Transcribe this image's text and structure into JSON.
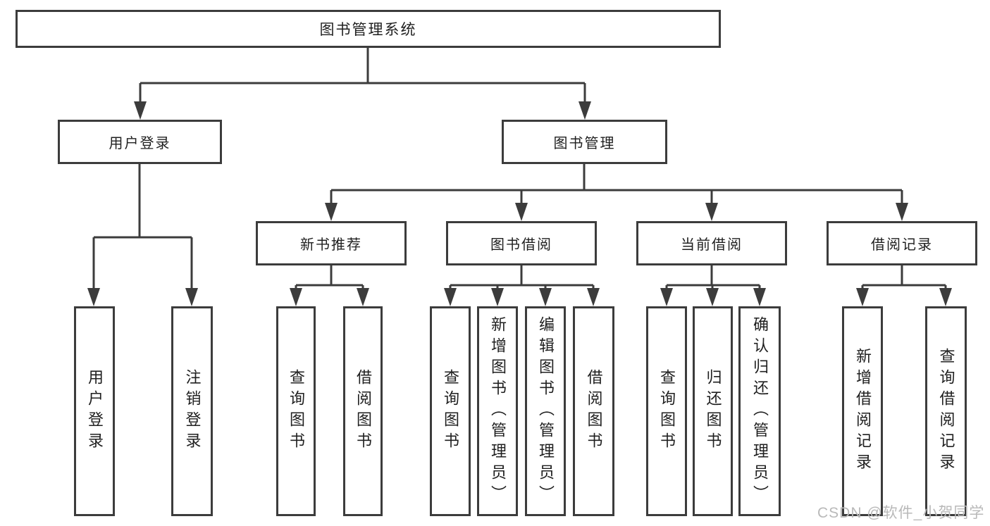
{
  "tree": {
    "root": {
      "label": "图书管理系统"
    },
    "branches": [
      {
        "label": "用户登录",
        "children": [
          {
            "label": "用户登录"
          },
          {
            "label": "注销登录"
          }
        ]
      },
      {
        "label": "图书管理",
        "children": [
          {
            "label": "新书推荐",
            "children": [
              {
                "label": "查询图书"
              },
              {
                "label": "借阅图书"
              }
            ]
          },
          {
            "label": "图书借阅",
            "children": [
              {
                "label": "查询图书"
              },
              {
                "label": "新增图书（管理员）"
              },
              {
                "label": "编辑图书（管理员）"
              },
              {
                "label": "借阅图书"
              }
            ]
          },
          {
            "label": "当前借阅",
            "children": [
              {
                "label": "查询图书"
              },
              {
                "label": "归还图书"
              },
              {
                "label": "确认归还（管理员）"
              }
            ]
          },
          {
            "label": "借阅记录",
            "children": [
              {
                "label": "新增借阅记录"
              },
              {
                "label": "查询借阅记录"
              }
            ]
          }
        ]
      }
    ]
  },
  "watermark": {
    "text": "CSDN @软件_小贺同学"
  },
  "colors": {
    "line": "#3c3c3c",
    "text": "#1f1f1f",
    "watermark": "#b9b9b9",
    "background": "#ffffff"
  }
}
